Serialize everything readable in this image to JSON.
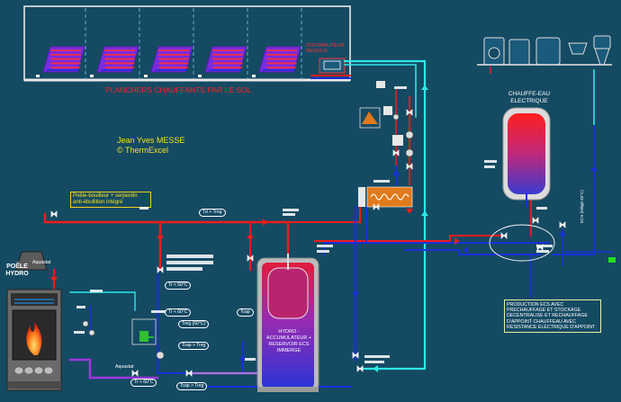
{
  "title": {
    "floor": "PLANCHERS CHAUFFANTS PAR LE SOL",
    "distributor": "DISTRIBUTEUR REGULE",
    "water_heater": "CHAUFFE-EAU ELECTRIQUE",
    "author": "Jean Yves MESSE",
    "copyright": "© ThermExcel"
  },
  "labels": {
    "stove": "POÊLE HYDRO",
    "boiler_note": "Poêle-bouilleur + serpentin anti-ébullition intégré",
    "tank": "HYDRO - ACCUMULATEUR + RESERVOIR ECS IMMERGE",
    "production_note": "PRODUCTION ECS AVEC PRECHAUFFAGE ET STOCKAGE DECENTRALISE ET RECHAUFFAGE D'APPOINT CHAUFFEAU AVEC RESISTANCE ELECTRIQUE D'APPOINT",
    "side_label": "ECS (Mitigé 60°C)"
  },
  "pills": {
    "td_treg": "Td > Treg",
    "tr_50": "Tr < 50°C",
    "tr_60": "Tr < 60°C",
    "treg_60": "Treg (60°C)",
    "tcap": "Tcap > Treg",
    "tcap2": "Tcap > Treg",
    "tcap_small": "Tcap"
  },
  "tags": {
    "aquastat": "Aquastat",
    "aquastat2": "Aquastat"
  },
  "colors": {
    "background": "#154a63",
    "hot": "#ee1c1c",
    "cold": "#1a2fd9",
    "mixed": "#2ee8e8",
    "return": "#9b38d8"
  }
}
